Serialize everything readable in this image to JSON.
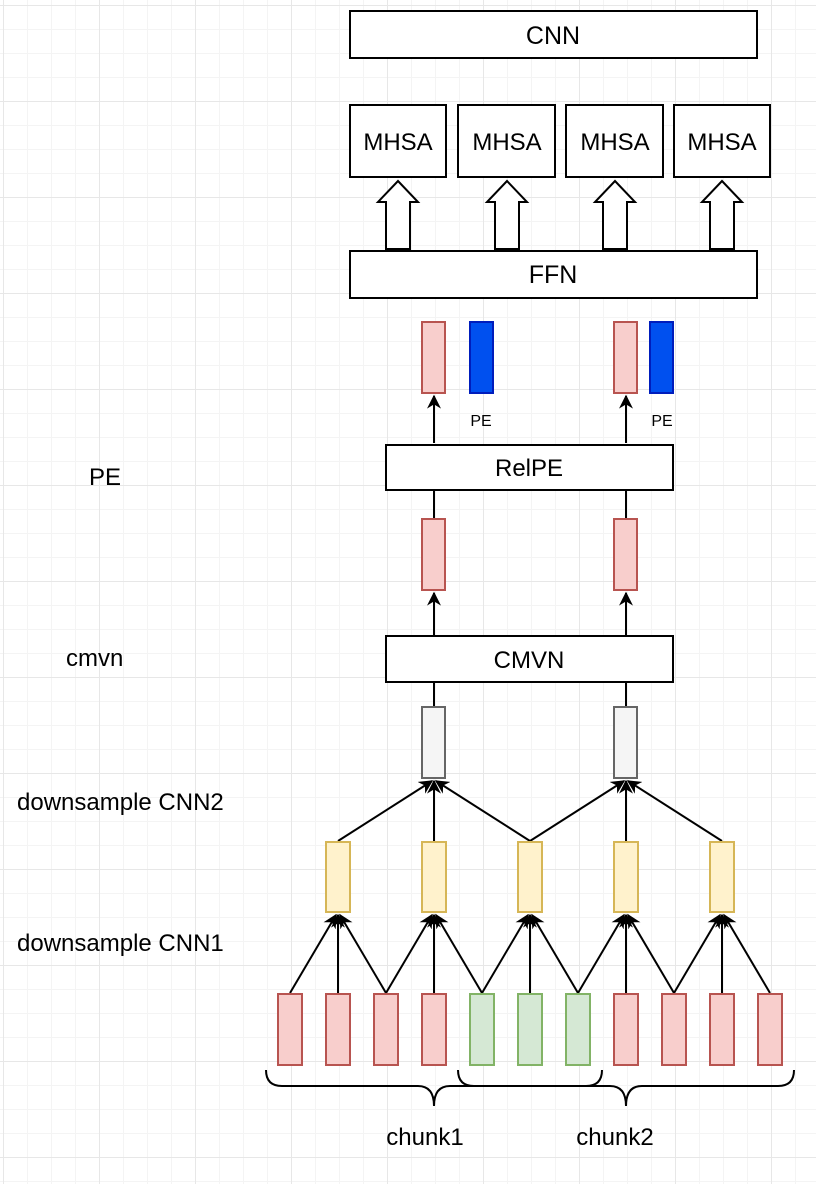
{
  "blocks": {
    "cnn": "CNN",
    "mhsa": [
      "MHSA",
      "MHSA",
      "MHSA",
      "MHSA"
    ],
    "ffn": "FFN",
    "relpe": "RelPE",
    "cmvn": "CMVN"
  },
  "pe_tags": [
    "PE",
    "PE"
  ],
  "side_labels": {
    "pe": "PE",
    "cmvn": "cmvn",
    "downsample_cnn2": "downsample CNN2",
    "downsample_cnn1": "downsample CNN1"
  },
  "chunks": [
    "chunk1",
    "chunk2"
  ],
  "colors": {
    "red_fill": "#f8cecc",
    "red_stroke": "#b85450",
    "green_fill": "#d5e8d4",
    "green_stroke": "#82b366",
    "yellow_fill": "#fff2cc",
    "yellow_stroke": "#d6b656",
    "gray_fill": "#f5f5f5",
    "gray_stroke": "#666666",
    "blue_fill": "#0050ef",
    "blue_stroke": "#001dbc"
  },
  "input_frames": [
    "red",
    "red",
    "red",
    "red",
    "green",
    "green",
    "green",
    "red",
    "red",
    "red",
    "red"
  ]
}
